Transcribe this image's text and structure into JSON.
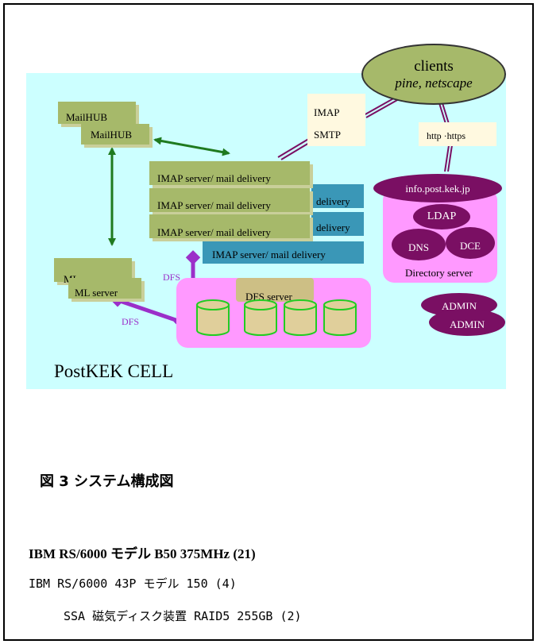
{
  "diagram": {
    "clients": {
      "title": "clients",
      "subtitle": "pine, netscape"
    },
    "protocols": {
      "imap": "IMAP",
      "smtp": "SMTP",
      "http": "http ·https"
    },
    "mailhub": [
      "MailHUB",
      "MailHUB"
    ],
    "imap_servers": [
      "IMAP server/ mail delivery",
      "IMAP server/ mail delivery",
      "IMAP server/ mail delivery",
      "IMAP server/ mail delivery"
    ],
    "delivery_partial": [
      "delivery",
      "delivery"
    ],
    "ml_servers": [
      "ML   server",
      "ML   server"
    ],
    "dfs_labels": [
      "DFS",
      "DFS"
    ],
    "dfs_server": "DFS server",
    "directory": {
      "host": "info.post.kek.jp",
      "ldap": "LDAP",
      "dns": "DNS",
      "dce": "DCE",
      "label": "Directory server"
    },
    "admin": [
      "ADMIN",
      "ADMIN"
    ],
    "cell_label": "PostKEK   CELL",
    "colors": {
      "cell_bg": "#ccffff",
      "olive": "#a6b96a",
      "teal": "#3a97b7",
      "pink": "#ff99ff",
      "purple": "#7a0f63",
      "green_arrow": "#1f7a1f",
      "dfs_purple": "#9b2fc9",
      "cylinder": "#e0cf9b"
    }
  },
  "caption": "図 3   システム構成図",
  "specs": [
    "IBM RS/6000 モデル B50 375MHz (21)",
    "IBM RS/6000 43P モデル 150    (4)",
    "SSA 磁気ディスク装置 RAID5 255GB (2)"
  ]
}
